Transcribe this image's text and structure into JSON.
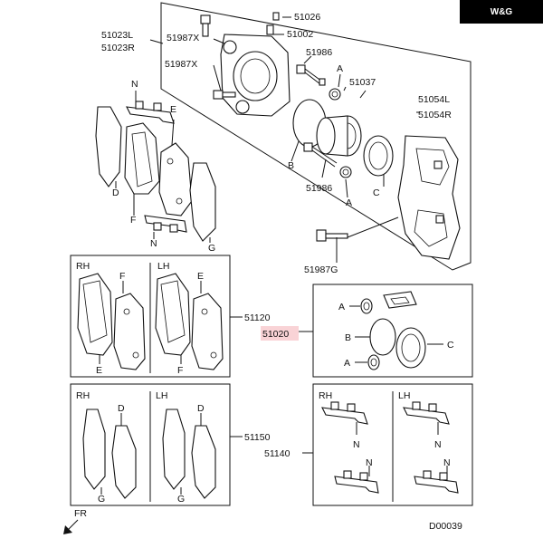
{
  "brand": {
    "logo_text": "W&G"
  },
  "labels": {
    "p51023l": "51023L",
    "p51023r": "51023R",
    "p51987x_1": "51987X",
    "p51987x_2": "51987X",
    "p51026": "51026",
    "p51002": "51002",
    "p51986_1": "51986",
    "p51986_2": "51986",
    "p51037": "51037",
    "p51054l": "51054L",
    "p51054r": "51054R",
    "p51987g": "51987G",
    "p51120": "51120",
    "p51020": "51020",
    "p51150": "51150",
    "p51140": "51140",
    "ref_id": "D00039",
    "fr": "FR"
  },
  "letters": {
    "A": "A",
    "B": "B",
    "C": "C",
    "D": "D",
    "E": "E",
    "F": "F",
    "G": "G",
    "N": "N"
  },
  "sides": {
    "rh": "RH",
    "lh": "LH"
  },
  "highlight_color": "#e8606a"
}
